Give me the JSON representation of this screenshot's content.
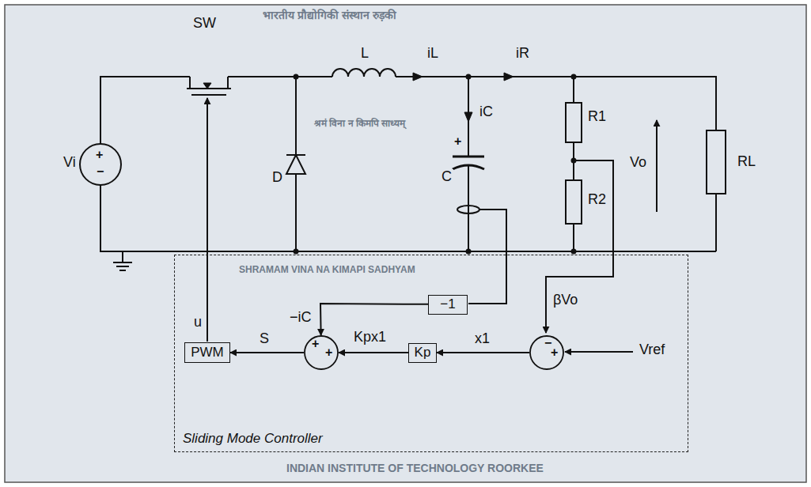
{
  "diagram": {
    "nodes": [
      {
        "text": [
          "Sliding Mode Controller"
        ]
      },
      {
        "text": [
          "PWM"
        ],
        "in": 0
      },
      {
        "text": [
          "+",
          "+"
        ],
        "in": 0
      },
      {
        "text": [
          "−1"
        ],
        "in": 0
      },
      {
        "text": [
          "Kp"
        ],
        "in": 0
      },
      {
        "text": [
          "−",
          "+"
        ],
        "in": 0
      }
    ],
    "edges": [
      {
        "from": 3,
        "to": 2,
        "arrow": "to",
        "label": "−iC"
      },
      {
        "from": 4,
        "to": 2,
        "arrow": "to",
        "label": "Kpx1"
      },
      {
        "from": 5,
        "to": 4,
        "arrow": "to",
        "label": "x1"
      },
      {
        "from": 2,
        "to": 1,
        "arrow": "to",
        "label": "S"
      }
    ],
    "labels": [
      "SW",
      "Vi",
      "+",
      "−",
      "D",
      "L",
      "iL",
      "iR",
      "iC",
      "+",
      "C",
      "R1",
      "R2",
      "Vo",
      "RL",
      "βVo",
      "Vref",
      "u",
      "भारतीय प्रौद्योगिकी संस्थान रुड़की",
      "INDIAN INSTITUTE OF TECHNOLOGY ROORKEE",
      "श्रमं विना न किमपि साध्यम्",
      "SHRAMAM VINA NA KIMAPI SADHYAM"
    ]
  }
}
